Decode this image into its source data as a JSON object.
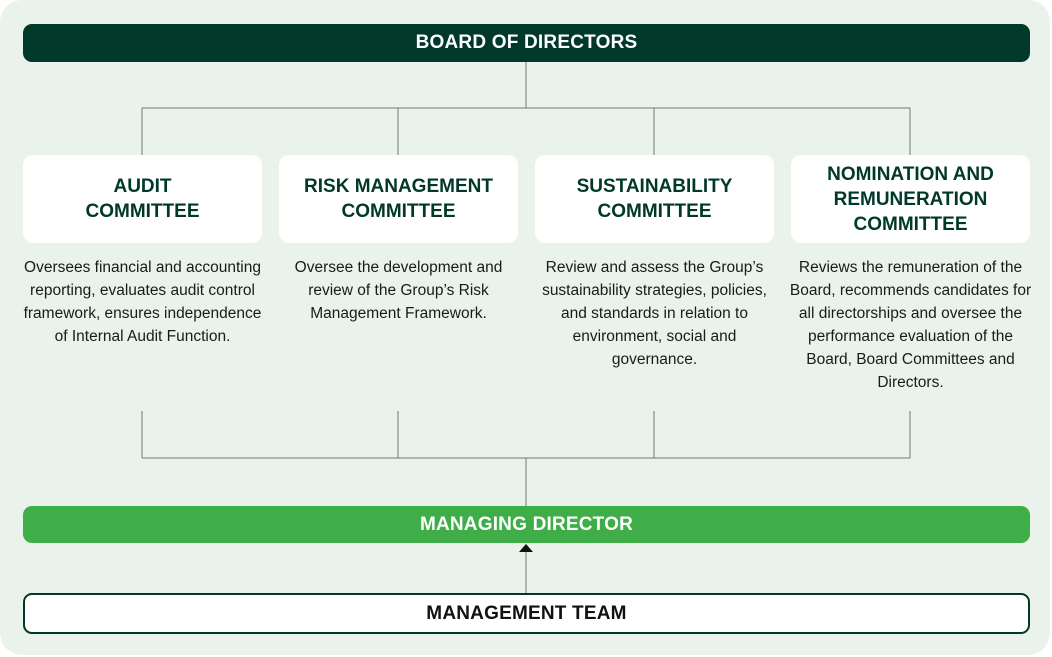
{
  "board": {
    "title": "BOARD OF DIRECTORS"
  },
  "committees": [
    {
      "title": "AUDIT COMMITTEE",
      "description": "Oversees financial and accounting reporting, evaluates audit control framework, ensures independence of Internal Audit Function."
    },
    {
      "title": "RISK MANAGEMENT COMMITTEE",
      "description": "Oversee the development and review of the Group’s Risk Management Framework."
    },
    {
      "title": "SUSTAINABILITY COMMITTEE",
      "description": "Review and assess the Group’s sustainability strategies, policies, and standards in relation to environment, social and governance."
    },
    {
      "title": "NOMINATION AND REMUNERATION COMMITTEE",
      "description": "Reviews the remuneration of the Board, recommends candidates for all directorships and oversee the performance evaluation of the Board, Board Committees and Directors."
    }
  ],
  "managing_director": {
    "title": "MANAGING DIRECTOR"
  },
  "management_team": {
    "title": "MANAGEMENT TEAM"
  },
  "colors": {
    "dark_green": "#00382a",
    "bright_green": "#3fae49",
    "background": "#e9f3ec"
  }
}
